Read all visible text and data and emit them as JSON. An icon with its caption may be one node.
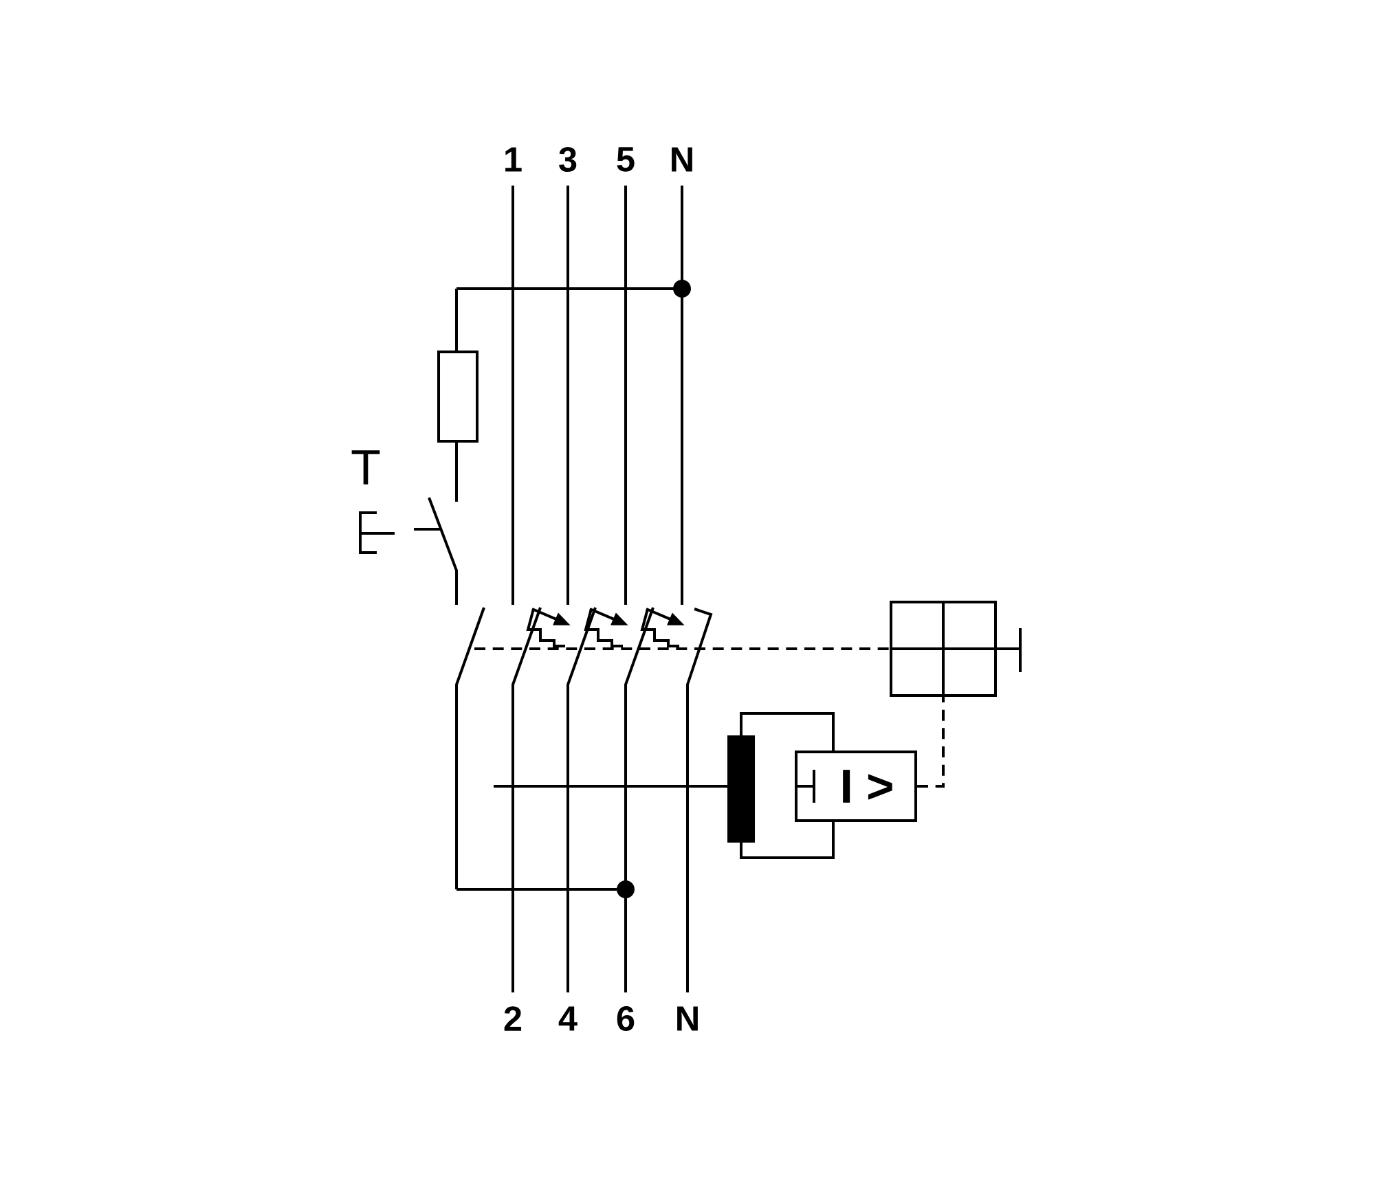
{
  "diagram": {
    "nodes": [
      {
        "text": [
          "I >"
        ]
      },
      {
        "text": [],
        "shape": "box"
      }
    ],
    "edges": [
      {
        "from": 0,
        "to": 1,
        "arrow": "none",
        "style": "dashed"
      }
    ],
    "labels": [
      "1",
      "3",
      "5",
      "N",
      "T",
      "2",
      "4",
      "6",
      "N"
    ]
  }
}
